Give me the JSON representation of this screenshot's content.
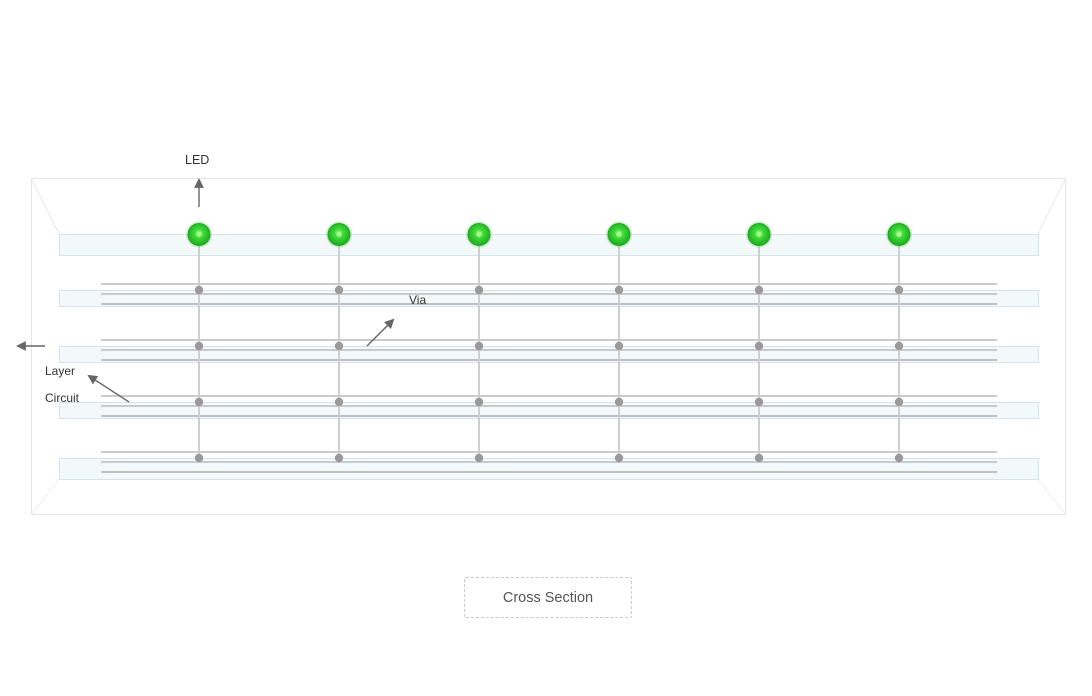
{
  "labels": {
    "led": "LED",
    "via": "Via",
    "layer": "Layer",
    "circuit": "Circuit"
  },
  "button": {
    "label": "Cross Section"
  },
  "led_count": 6,
  "layer_count": 5,
  "colors": {
    "led": "#33cc33",
    "led_highlight": "#aaff88",
    "via": "#999999",
    "layer_fill": "#f3f8fb",
    "layer_stroke": "#d7e3ec",
    "trace": "#b8b8b8",
    "frame": "#e2e2e2",
    "arrow": "#666666"
  }
}
